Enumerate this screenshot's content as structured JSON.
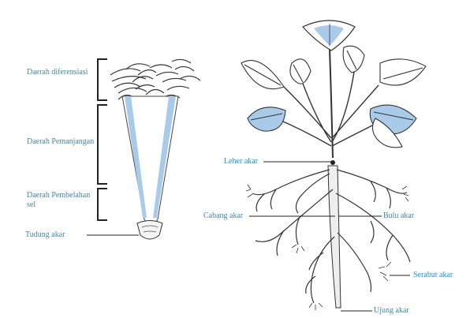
{
  "diagram": {
    "root_tip_labels": {
      "differentiation": "Daerah diferensiasi",
      "elongation": "Daerah Pemanjangan",
      "cell_division": "Daerah Pembelahan sel",
      "root_cap": "Tudung akar"
    },
    "plant_labels": {
      "root_neck": "Leher akar",
      "branch_root": "Cabang akar",
      "root_hair": "Bulu akar",
      "fibrous_root": "Serabut akar",
      "taproot": "Ujung akar"
    },
    "colors": {
      "label": "#2a8fbf",
      "accent_blue": "#a9cbe9",
      "line": "#222222"
    }
  }
}
